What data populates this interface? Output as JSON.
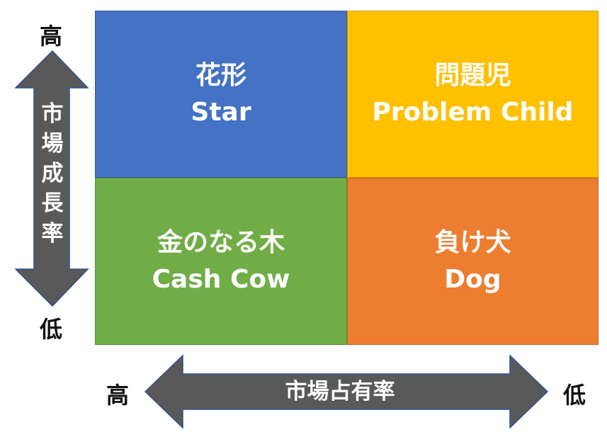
{
  "quadrants": {
    "top_left": {
      "jp": "花形",
      "en": "Star",
      "color": "#4472C4"
    },
    "top_right": {
      "jp": "問題児",
      "en": "Problem Child",
      "color": "#FFC000"
    },
    "bottom_left": {
      "jp": "金のなる木",
      "en": "Cash Cow",
      "color": "#70AD47"
    },
    "bottom_right": {
      "jp": "負け犬",
      "en": "Dog",
      "color": "#ED7D31"
    }
  },
  "vertical_axis": {
    "label_chars": [
      "市",
      "場",
      "成",
      "長",
      "率"
    ],
    "high": "高",
    "low": "低"
  },
  "horizontal_axis": {
    "label": "市場占有率",
    "high": "高",
    "low": "低"
  },
  "arrow_color": "#595959"
}
